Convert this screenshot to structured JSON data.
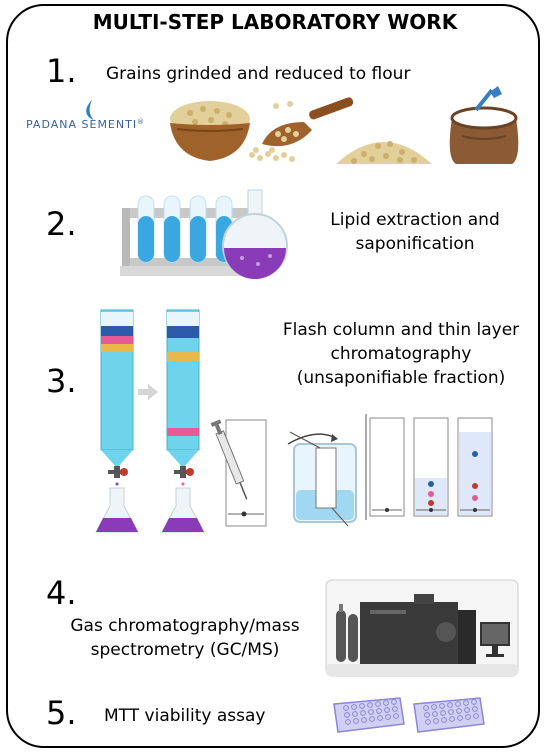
{
  "title": "MULTI-STEP LABORATORY WORK",
  "logo_text": "PADANA SEMENTI",
  "logo_mark": "®",
  "steps": [
    {
      "number": "1.",
      "text": "Grains grinded and reduced to flour"
    },
    {
      "number": "2.",
      "lines": [
        "Lipid extraction and",
        "saponification"
      ]
    },
    {
      "number": "3.",
      "lines": [
        "Flash column and thin layer",
        "chromatography",
        "(unsaponifiable fraction)"
      ]
    },
    {
      "number": "4.",
      "lines": [
        "Gas chromatography/mass",
        "spectrometry (GC/MS)"
      ]
    },
    {
      "number": "5.",
      "text": "MTT viability assay"
    }
  ],
  "colors": {
    "tube_blue": "#3aa7e0",
    "flask_purple": "#8a3cb8",
    "column_cyan": "#6fd3ec",
    "band_navy": "#2a5aa8",
    "band_pink": "#e65b93",
    "band_yellow": "#e8b84a",
    "grain": "#e3cf9a",
    "wood": "#a0622b",
    "sack": "#8a5b34",
    "gc_dark": "#3a3a3a",
    "plate_purple": "#8b86d8"
  },
  "icons": [
    "logo-mark",
    "bowl-of-grains-icon",
    "scoop-icon",
    "grain-pile-icon",
    "flour-sack-icon",
    "test-tube-rack-icon",
    "round-flask-icon",
    "flash-column-icon",
    "arrow-right-icon",
    "tlc-syringe-icon",
    "beaker-icon",
    "tlc-plate-icon",
    "gc-ms-instrument-icon",
    "well-plate-icon"
  ]
}
